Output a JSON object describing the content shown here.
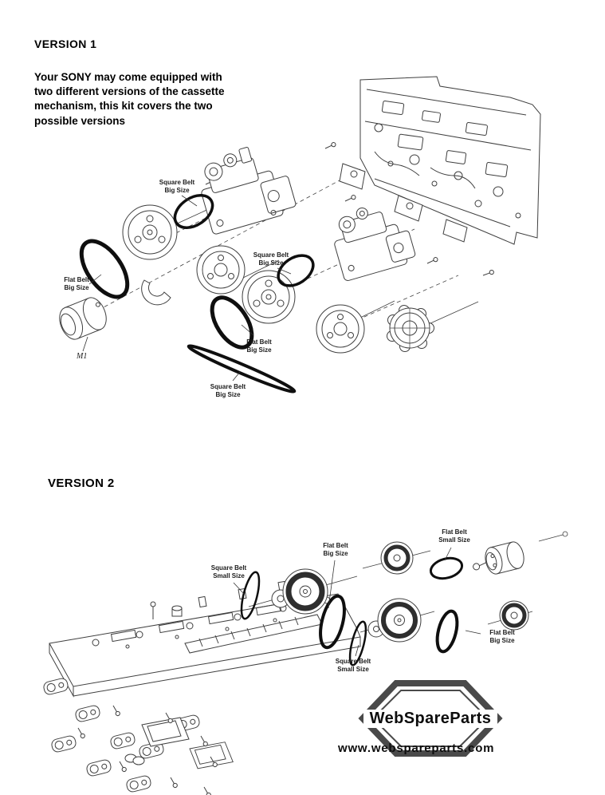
{
  "version1": {
    "title": "VERSION 1",
    "description_lines": [
      "Your SONY may come equipped with",
      "two different versions of the cassette",
      "mechanism, this kit covers the two",
      "possible versions"
    ],
    "labels": [
      {
        "id": "square-belt-big-1",
        "line1": "Square Belt",
        "line2": "Big Size"
      },
      {
        "id": "square-belt-big-2",
        "line1": "Square Belt",
        "line2": "Big Size"
      },
      {
        "id": "flat-belt-big-1",
        "line1": "Flat Belt",
        "line2": "Big Size"
      },
      {
        "id": "flat-belt-big-2",
        "line1": "Flat Belt",
        "line2": "Big Size"
      },
      {
        "id": "motor",
        "line1": "M1",
        "line2": ""
      },
      {
        "id": "square-belt-big-3",
        "line1": "Square Belt",
        "line2": "Big Size"
      }
    ]
  },
  "version2": {
    "title": "VERSION 2",
    "labels": [
      {
        "id": "square-belt-small-1",
        "line1": "Square Belt",
        "line2": "Small Size"
      },
      {
        "id": "flat-belt-big-1",
        "line1": "Flat Belt",
        "line2": "Big Size"
      },
      {
        "id": "flat-belt-small-1",
        "line1": "Flat Belt",
        "line2": "Small Size"
      },
      {
        "id": "flat-belt-big-2",
        "line1": "Flat Belt",
        "line2": "Big Size"
      },
      {
        "id": "square-belt-small-2",
        "line1": "Square Belt",
        "line2": "Small Size"
      }
    ]
  },
  "branding": {
    "logo_text": "WebSpareParts",
    "logo_shape": "hexagon-badge",
    "website": "www.webspareparts.com",
    "ink_color": "#3f3f3f",
    "belt_color": "#0f0f0f"
  }
}
